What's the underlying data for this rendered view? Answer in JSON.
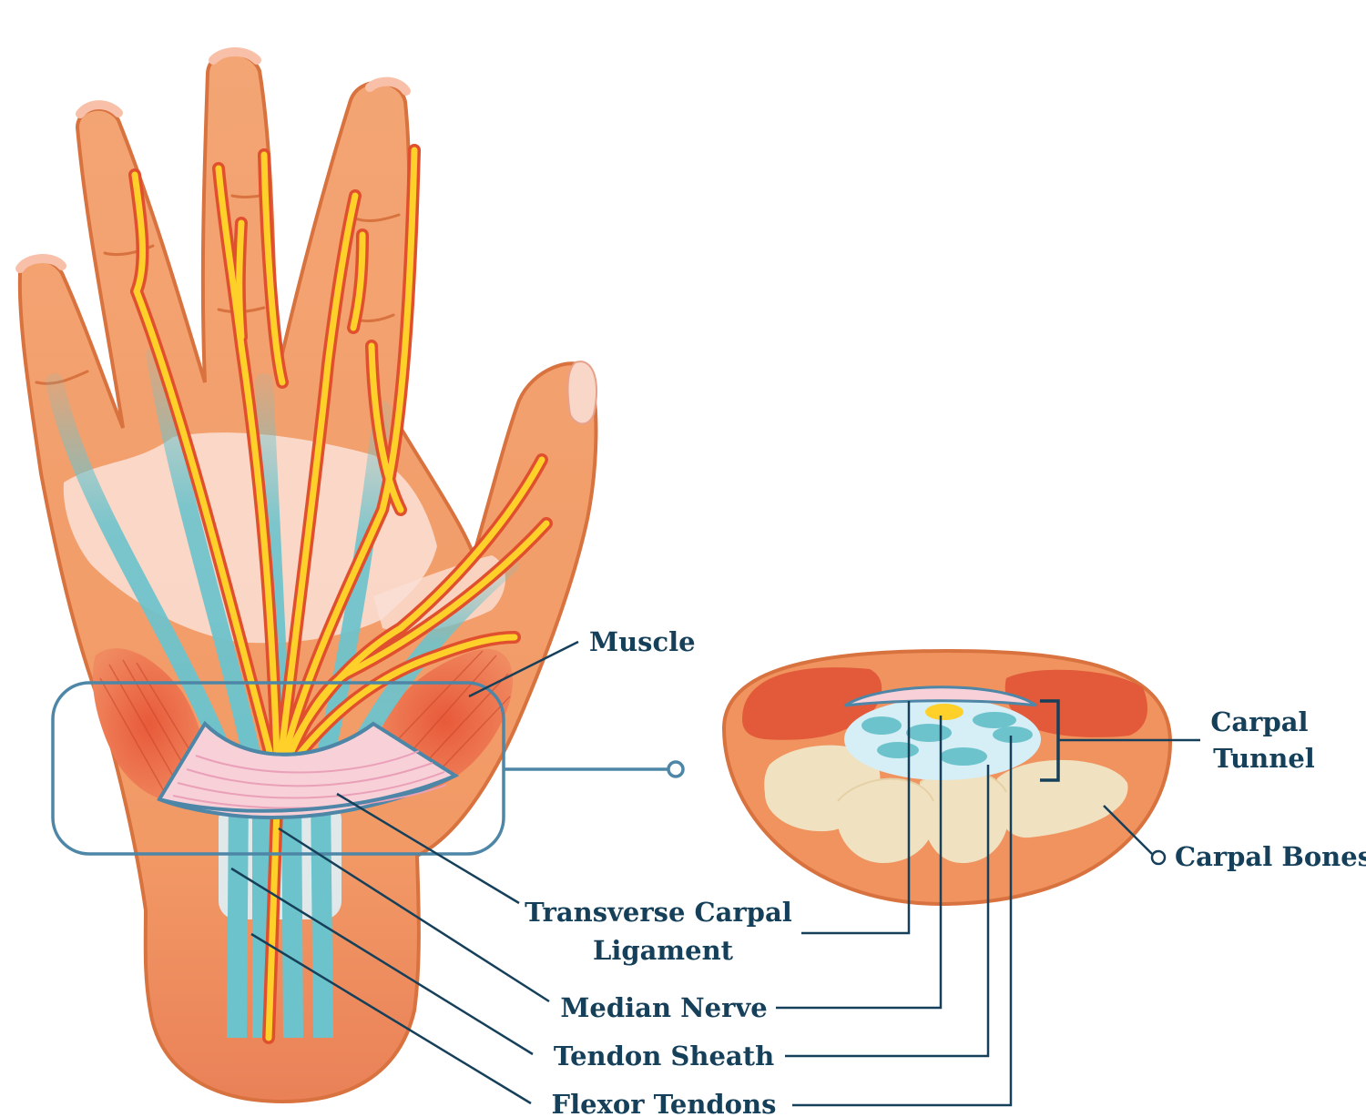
{
  "labels": {
    "muscle": "Muscle",
    "carpal_tunnel": [
      "Carpal",
      "Tunnel"
    ],
    "carpal_bones": "Carpal Bones",
    "transverse_carpal_ligament": [
      "Transverse Carpal",
      "Ligament"
    ],
    "median_nerve": "Median Nerve",
    "tendon_sheath": "Tendon Sheath",
    "flexor_tendons": "Flexor Tendons"
  },
  "colors": {
    "skin": "#f3a271",
    "skin_outline": "#d8723f",
    "skin_dark": "#ec8a5a",
    "nail": "#f8c8b8",
    "muscle": "#e25a3a",
    "tendon": "#6dc3cc",
    "nerve": "#ffd02a",
    "nerve_outline": "#e0502e",
    "ligament": "#f8d0d8",
    "ligament_lines": "#e9a0b8",
    "ligament_outline": "#4d86a6",
    "bone": "#f0e2c0",
    "tunnel_fill": "#d6eef6",
    "label_text": "#16405a"
  }
}
